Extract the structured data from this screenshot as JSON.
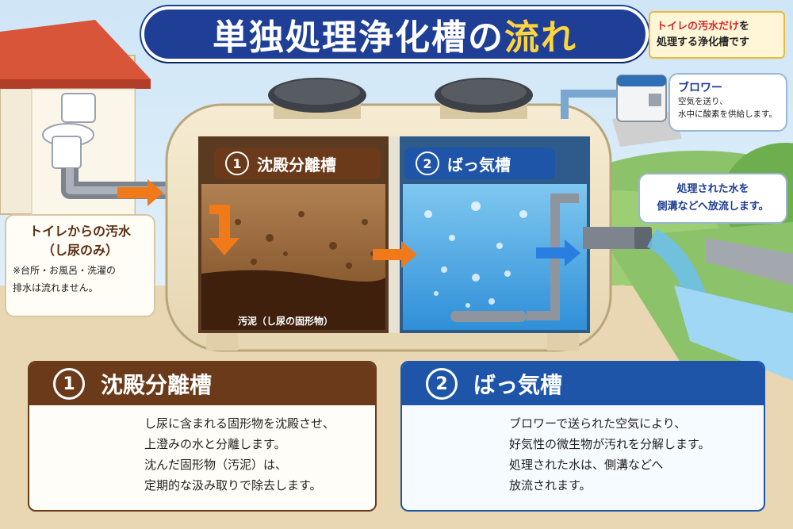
{
  "title": {
    "main": "単独処理浄化槽の",
    "accent": "流れ"
  },
  "note": {
    "line1_red": "トイレの汚水だけ",
    "line1_rest": "を",
    "line2": "処理する浄化槽です"
  },
  "blower": {
    "heading": "ブロワー",
    "line1": "空気を送り、",
    "line2": "水中に酸素を供給します。"
  },
  "discharge": {
    "line1": "処理された水を",
    "line2": "側溝などへ放流します。"
  },
  "inflow": {
    "line1": "トイレからの汚水",
    "line2": "（し尿のみ）",
    "note1": "※台所・お風呂・洗濯の",
    "note2": "排水は流れません。"
  },
  "tank1": {
    "num": "1",
    "label": "沈殿分離槽",
    "sludge": "汚泥（し尿の固形物）"
  },
  "tank2": {
    "num": "2",
    "label": "ばっ気槽"
  },
  "panel1": {
    "num": "1",
    "heading": "沈殿分離槽",
    "lines": [
      "し尿に含まれる固形物を沈殿させ、",
      "上澄みの水と分離します。",
      "沈んだ固形物（汚泥）は、",
      "定期的な汲み取りで除去します。"
    ]
  },
  "panel2": {
    "num": "2",
    "heading": "ばっ気槽",
    "lines": [
      "ブロワーで送られた空気により、",
      "好気性の微生物が汚れを分解します。",
      "処理された水は、側溝などへ",
      "放流されます。"
    ]
  },
  "colors": {
    "title_bg": "#1f3f97",
    "accent": "#ffd53e",
    "sludge": "#6b3a1a",
    "water": "#1e55a8",
    "arrow": "#f07a1a"
  }
}
